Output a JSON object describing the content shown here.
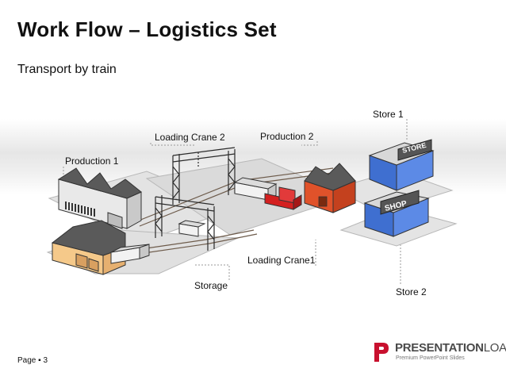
{
  "slide": {
    "title": "Work Flow – Logistics Set",
    "subtitle": "Transport by train",
    "page_label": "Page ▪ 3"
  },
  "labels": {
    "store1": "Store 1",
    "loading_crane2": "Loading Crane 2",
    "production2": "Production 2",
    "production1": "Production 1",
    "loading_crane1": "Loading Crane1",
    "storage": "Storage",
    "store2": "Store 2"
  },
  "signs": {
    "store": "STORE",
    "shop": "SHOP"
  },
  "logo": {
    "brand_bold": "PRESENTATION",
    "brand_light": "LOAD",
    "tagline": "Premium PowerPoint Slides",
    "registered": "®"
  },
  "colors": {
    "logo_red": "#c8102e",
    "storage_wall": "#f5c98a",
    "production2_wall": "#e0522a",
    "store_glass": "#3f6fd0",
    "locomotive": "#d42020",
    "roof": "#5a5a5a"
  }
}
